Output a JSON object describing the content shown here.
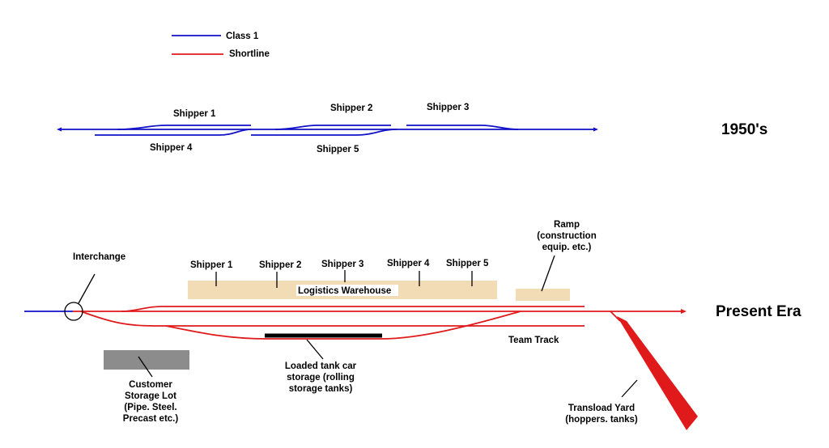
{
  "legend": {
    "class1": "Class 1",
    "shortline": "Shortline",
    "class1_color": "#1010c8",
    "shortline_color": "#e0191b"
  },
  "era_1950": {
    "title": "1950's",
    "shippers": [
      "Shipper 1",
      "Shipper 2",
      "Shipper 3",
      "Shipper 4",
      "Shipper 5"
    ]
  },
  "present": {
    "title": "Present Era",
    "interchange": "Interchange",
    "shippers": [
      "Shipper 1",
      "Shipper 2",
      "Shipper 3",
      "Shipper 4",
      "Shipper 5"
    ],
    "warehouse": "Logistics Warehouse",
    "ramp": [
      "Ramp",
      "(construction",
      "equip. etc.)"
    ],
    "team_track": "Team Track",
    "tank_storage": [
      "Loaded tank car",
      "storage (rolling",
      "storage tanks)"
    ],
    "storage_lot": [
      "Customer",
      "Storage Lot",
      "(Pipe. Steel.",
      "Precast etc.)"
    ],
    "transload": [
      "Transload Yard",
      "(hoppers. tanks)"
    ],
    "warehouse_color": "#f2dcb6",
    "lot_color": "#8c8c8c",
    "tank_color": "#000000"
  }
}
